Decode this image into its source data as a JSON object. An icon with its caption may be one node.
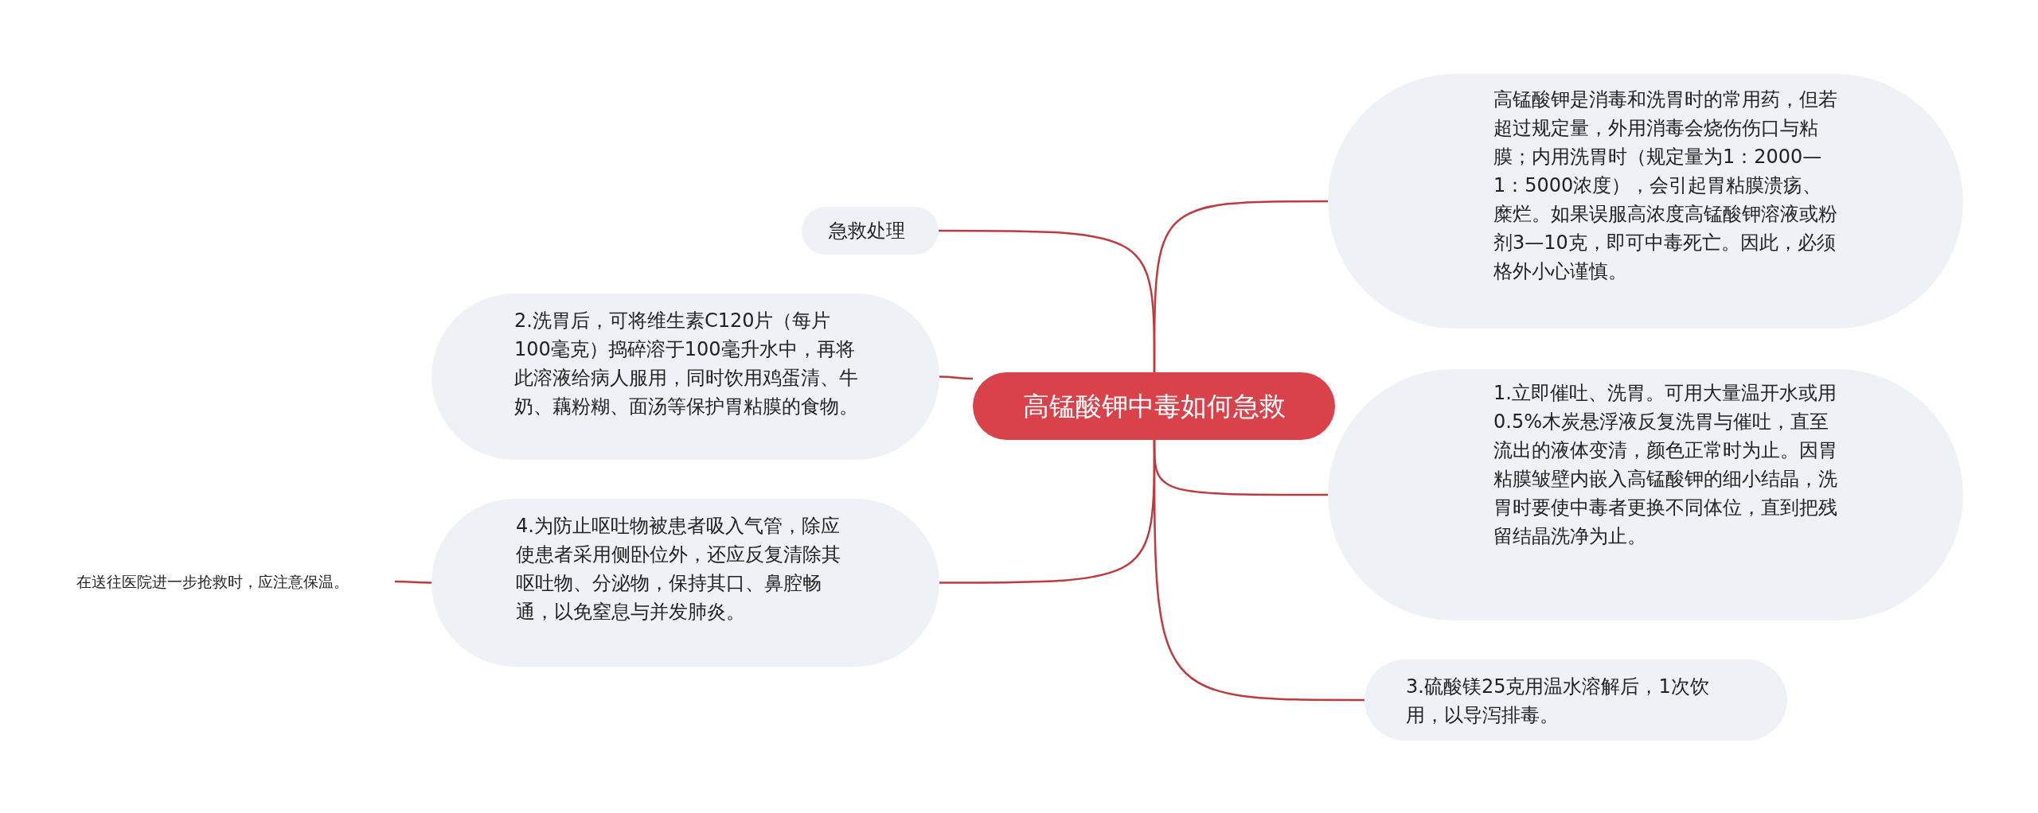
{
  "diagram": {
    "nodes": [
      {
        "text": [
          "高锰酸钾中毒如何急救"
        ]
      },
      {
        "text": [
          "急救处理"
        ]
      },
      {
        "text": [
          "2.洗胃后，可将维生素C120片（每片100毫克）捣碎溶于100毫升水中，再将此溶液给病人服用，同时饮用鸡蛋清、牛奶、藕粉糊、面汤等保护胃粘膜的食物。"
        ]
      },
      {
        "text": [
          "4.为防止呕吐物被患者吸入气管，除应使患者采用侧卧位外，还应反复清除其呕吐物、分泌物，保持其口、鼻腔畅通，以免窒息与并发肺炎。"
        ]
      },
      {
        "text": [
          "在送往医院进一步抢救时，应注意保温。"
        ]
      },
      {
        "text": [
          "高锰酸钾是消毒和洗胃时的常用药，但若超过规定量，外用消毒会烧伤伤口与粘膜；内用洗胃时（规定量为1：2000—1：5000浓度），会引起胃粘膜溃疡、糜烂。如果误服高浓度高锰酸钾溶液或粉剂3—10克，即可中毒死亡。因此，必须格外小心谨慎。"
        ]
      },
      {
        "text": [
          "1.立即催吐、洗胃。可用大量温开水或用0.5%木炭悬浮液反复洗胃与催吐，直至流出的液体变清，颜色正常时为止。因胃粘膜皱壁内嵌入高锰酸钾的细小结晶，洗胃时要使中毒者更换不同体位，直到把残留结晶洗净为止。"
        ]
      },
      {
        "text": [
          "3.硫酸镁25克用温水溶解后，1次饮用，以导泻排毒。"
        ]
      }
    ],
    "edges": [
      {
        "from": 0,
        "to": 1,
        "arrow": "none"
      },
      {
        "from": 0,
        "to": 2,
        "arrow": "none"
      },
      {
        "from": 0,
        "to": 3,
        "arrow": "none"
      },
      {
        "from": 3,
        "to": 4,
        "arrow": "none"
      },
      {
        "from": 0,
        "to": 5,
        "arrow": "none"
      },
      {
        "from": 0,
        "to": 6,
        "arrow": "none"
      },
      {
        "from": 0,
        "to": 7,
        "arrow": "none"
      }
    ]
  }
}
